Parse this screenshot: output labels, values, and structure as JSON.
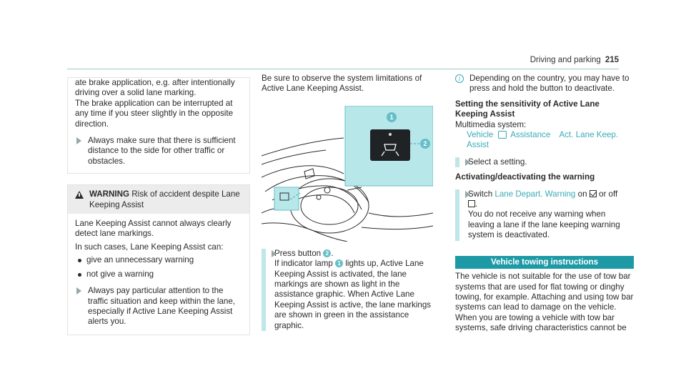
{
  "header": {
    "section": "Driving and parking",
    "page_number": "215"
  },
  "left": {
    "intro_box": {
      "text1": "ate brake application, e.g. after intentionally driving over a solid lane marking.",
      "text2": "The brake application can be interrupted at any time if you steer slightly in the opposite direction.",
      "step": "Always make sure that there is sufficient distance to the side for other traffic or obstacles."
    },
    "warning": {
      "label": "WARNING",
      "title": "Risk of accident despite Lane Keeping Assist",
      "text1": "Lane Keeping Assist cannot always clearly detect lane markings.",
      "text2": "In such cases, Lane Keeping Assist can:",
      "bullets": [
        "give an unnecessary warning",
        "not give a warning"
      ],
      "step": "Always pay particular attention to the traffic situation and keep within the lane, especially if Active Lane Keeping Assist alerts you."
    }
  },
  "middle": {
    "intro": "Be sure to observe the system limitations of Active Lane Keeping Assist.",
    "figure": {
      "callout_1": "1",
      "callout_2": "2"
    },
    "step": {
      "press_prefix": "Press button",
      "btn_num": "2",
      "indicator_prefix": "If indicator lamp",
      "lamp_num": "1",
      "text_rest": "lights up, Active Lane Keeping Assist is activated, the lane markings are shown as light in the assistance graphic. When Active Lane Keeping Assist is active, the lane markings are shown in green in the assistance graphic."
    }
  },
  "right": {
    "info_text": "Depending on the country, you may have to press and hold the button to deactivate.",
    "sensitivity_heading": "Setting the sensitivity of Active Lane Keeping Assist",
    "multimedia_label": "Multimedia system:",
    "menu_vehicle": "Vehicle",
    "menu_assistance": "Assistance",
    "menu_lane": "Act. Lane Keep. Assist",
    "select_step": "Select a setting.",
    "activating_heading": "Activating/deactivating the warning",
    "switch_prefix": "Switch",
    "switch_link": "Lane Depart. Warning",
    "switch_on": "on",
    "switch_or_off": "or off",
    "switch_note": "You do not receive any warning when leaving a lane if the lane keeping warning system is deactivated.",
    "towing_heading": "Vehicle towing instructions",
    "towing_text": "The vehicle is not suitable for the use of tow bar systems that are used for flat towing or dinghy towing, for example. Attaching and using tow bar systems can lead to damage on the vehicle. When you are towing a vehicle with tow bar systems, safe driving characteristics cannot be"
  },
  "colors": {
    "accent": "#3aaab7",
    "band": "#bfe6e8",
    "section_bar": "#1d9aa6",
    "figure_panel": "#b8e7ea"
  }
}
